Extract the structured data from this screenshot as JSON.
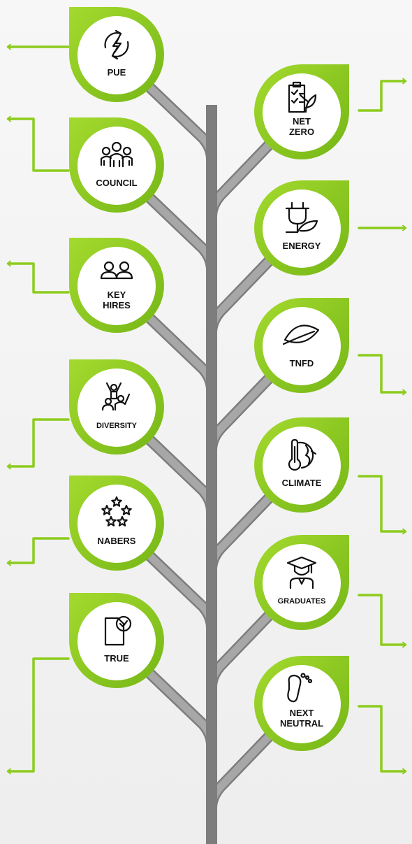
{
  "colors": {
    "accent": "#8ccc1c",
    "accent_dark": "#6fb012",
    "trunk": "#a7a7a7",
    "trunk_shadow": "#7d7d7d",
    "badge_fill": "#ffffff",
    "label": "#111111"
  },
  "nodes_left": [
    {
      "id": "pue",
      "label_lines": [
        "PUE"
      ],
      "icon": "energy-cycle-icon"
    },
    {
      "id": "council",
      "label_lines": [
        "COUNCIL"
      ],
      "icon": "group-icon"
    },
    {
      "id": "key-hires",
      "label_lines": [
        "KEY",
        "HIRES"
      ],
      "icon": "two-people-icon"
    },
    {
      "id": "diversity",
      "label_lines": [
        "DIVERSITY"
      ],
      "icon": "people-raising-hands-icon"
    },
    {
      "id": "nabers",
      "label_lines": [
        "NABERS"
      ],
      "icon": "five-stars-icon"
    },
    {
      "id": "true",
      "label_lines": [
        "TRUE"
      ],
      "icon": "document-check-icon"
    }
  ],
  "nodes_right": [
    {
      "id": "net-zero",
      "label_lines": [
        "NET",
        "ZERO"
      ],
      "icon": "clipboard-leaf-icon"
    },
    {
      "id": "energy",
      "label_lines": [
        "ENERGY"
      ],
      "icon": "plug-leaf-icon"
    },
    {
      "id": "tnfd",
      "label_lines": [
        "TNFD"
      ],
      "icon": "leaf-icon"
    },
    {
      "id": "climate",
      "label_lines": [
        "CLIMATE"
      ],
      "icon": "thermometer-globe-icon"
    },
    {
      "id": "graduates",
      "label_lines": [
        "GRADUATES"
      ],
      "icon": "graduate-icon"
    },
    {
      "id": "next-neutral",
      "label_lines": [
        "NEXT",
        "NEUTRAL"
      ],
      "icon": "footprint-icon"
    }
  ]
}
